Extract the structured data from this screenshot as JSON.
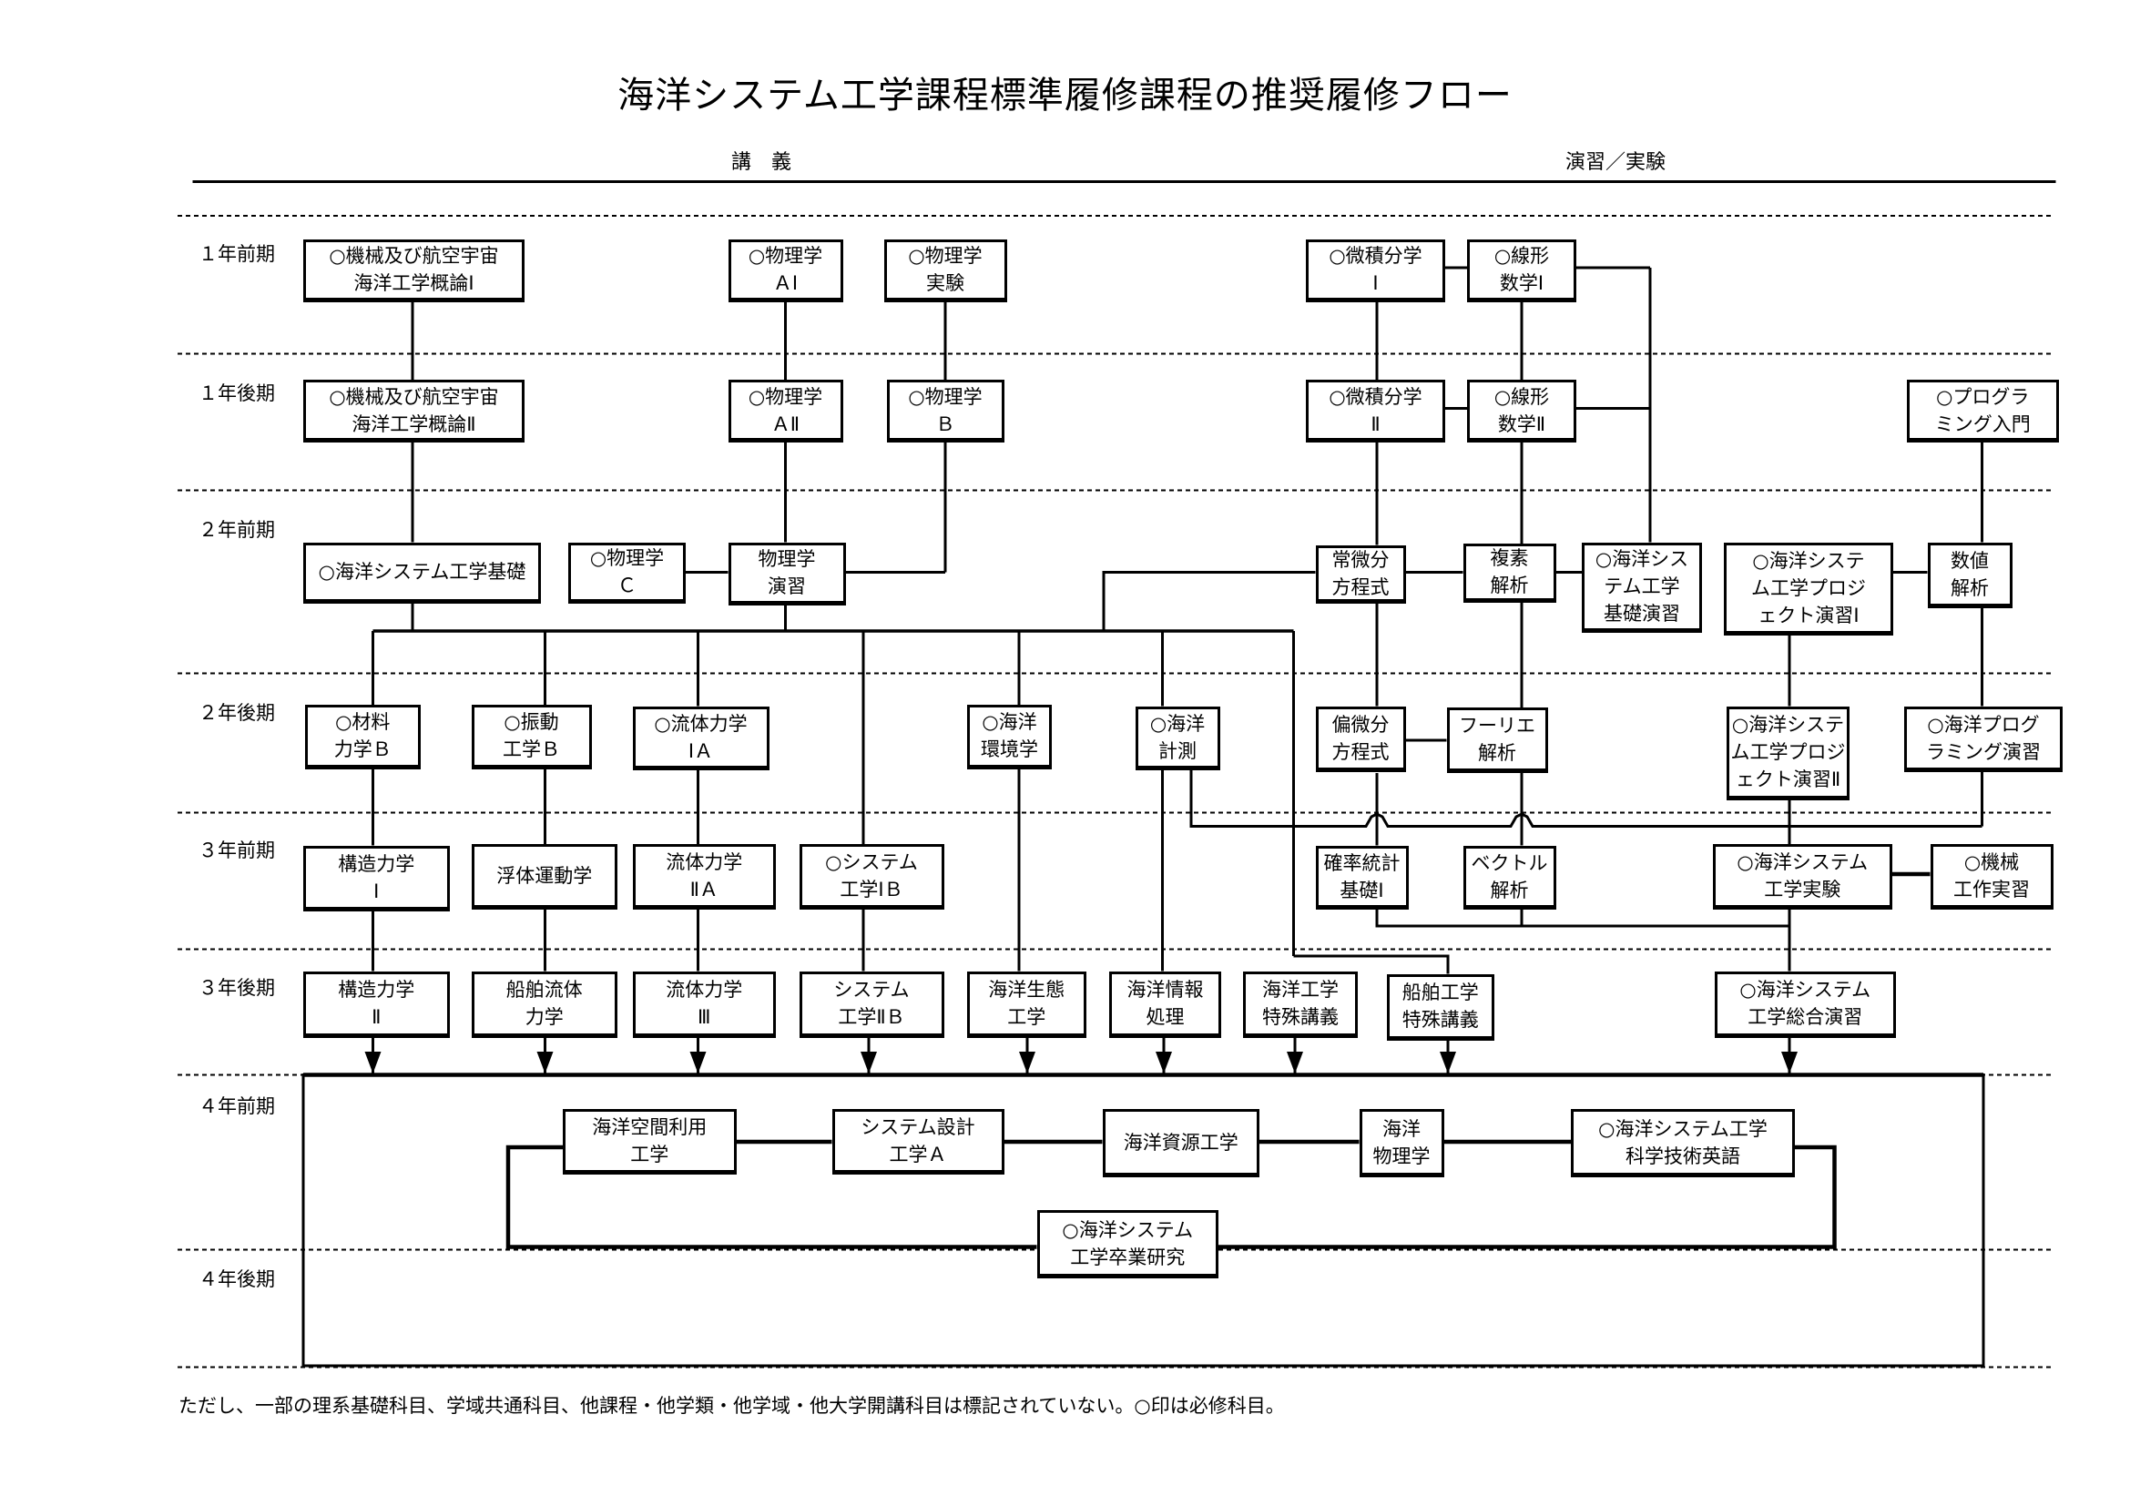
{
  "title": "海洋システム工学課程標準履修課程の推奨履修フロー",
  "column_headers": {
    "lecture": "講　義",
    "exercise": "演習／実験"
  },
  "semesters": [
    "１年前期",
    "１年後期",
    "２年前期",
    "２年後期",
    "３年前期",
    "３年後期",
    "４年前期",
    "４年後期"
  ],
  "required_mark": "○",
  "courses": [
    {
      "id": "intro1",
      "label": "○機械及び航空宇宙\n海洋工学概論Ⅰ",
      "semester": "１年前期",
      "required": true
    },
    {
      "id": "phyA1",
      "label": "○物理学\nＡⅠ",
      "semester": "１年前期",
      "required": true
    },
    {
      "id": "phyExp",
      "label": "○物理学\n実験",
      "semester": "１年前期",
      "required": true
    },
    {
      "id": "calc1",
      "label": "○微積分学\nⅠ",
      "semester": "１年前期",
      "required": true
    },
    {
      "id": "lin1",
      "label": "○線形\n数学Ⅰ",
      "semester": "１年前期",
      "required": true
    },
    {
      "id": "intro2",
      "label": "○機械及び航空宇宙\n海洋工学概論Ⅱ",
      "semester": "１年後期",
      "required": true
    },
    {
      "id": "phyA2",
      "label": "○物理学\nＡⅡ",
      "semester": "１年後期",
      "required": true
    },
    {
      "id": "phyB",
      "label": "○物理学\nＢ",
      "semester": "１年後期",
      "required": true
    },
    {
      "id": "calc2",
      "label": "○微積分学\nⅡ",
      "semester": "１年後期",
      "required": true
    },
    {
      "id": "lin2",
      "label": "○線形\n数学Ⅱ",
      "semester": "１年後期",
      "required": true
    },
    {
      "id": "progIntro",
      "label": "○プログラ\nミング入門",
      "semester": "１年後期",
      "required": true
    },
    {
      "id": "osBasic",
      "label": "○海洋システム工学基礎",
      "semester": "２年前期",
      "required": true
    },
    {
      "id": "phyC",
      "label": "○物理学\nＣ",
      "semester": "２年前期",
      "required": true
    },
    {
      "id": "phyEx",
      "label": "物理学\n演習",
      "semester": "２年前期",
      "required": false
    },
    {
      "id": "ode",
      "label": "常微分\n方程式",
      "semester": "２年前期",
      "required": false
    },
    {
      "id": "complex",
      "label": "複素\n解析",
      "semester": "２年前期",
      "required": false
    },
    {
      "id": "osBasicEx",
      "label": "○海洋シス\nテム工学\n基礎演習",
      "semester": "２年前期",
      "required": true
    },
    {
      "id": "proj1",
      "label": "○海洋システ\nム工学プロジ\nェクト演習Ⅰ",
      "semester": "２年前期",
      "required": true
    },
    {
      "id": "numeric",
      "label": "数値\n解析",
      "semester": "２年前期",
      "required": false
    },
    {
      "id": "matB",
      "label": "○材料\n力学Ｂ",
      "semester": "２年後期",
      "required": true
    },
    {
      "id": "vibB",
      "label": "○振動\n工学Ｂ",
      "semester": "２年後期",
      "required": true
    },
    {
      "id": "fluid1A",
      "label": "○流体力学\nⅠＡ",
      "semester": "２年後期",
      "required": true
    },
    {
      "id": "envSci",
      "label": "○海洋\n環境学",
      "semester": "２年後期",
      "required": true
    },
    {
      "id": "measure",
      "label": "○海洋\n計測",
      "semester": "２年後期",
      "required": true
    },
    {
      "id": "pde",
      "label": "偏微分\n方程式",
      "semester": "２年後期",
      "required": false
    },
    {
      "id": "fourier",
      "label": "フーリエ\n解析",
      "semester": "２年後期",
      "required": false
    },
    {
      "id": "proj2",
      "label": "○海洋システ\nム工学プロジ\nェクト演習Ⅱ",
      "semester": "２年後期",
      "required": true
    },
    {
      "id": "progEx",
      "label": "○海洋プログ\nラミング演習",
      "semester": "２年後期",
      "required": true
    },
    {
      "id": "struct1",
      "label": "構造力学\nⅠ",
      "semester": "３年前期",
      "required": false
    },
    {
      "id": "floating",
      "label": "浮体運動学",
      "semester": "３年前期",
      "required": false
    },
    {
      "id": "fluid2A",
      "label": "流体力学\nⅡＡ",
      "semester": "３年前期",
      "required": false
    },
    {
      "id": "sys1B",
      "label": "○システム\n工学ⅠＢ",
      "semester": "３年前期",
      "required": true
    },
    {
      "id": "prob",
      "label": "確率統計\n基礎Ⅰ",
      "semester": "３年前期",
      "required": false
    },
    {
      "id": "vector",
      "label": "ベクトル\n解析",
      "semester": "３年前期",
      "required": false
    },
    {
      "id": "osLab",
      "label": "○海洋システム\n工学実験",
      "semester": "３年前期",
      "required": true
    },
    {
      "id": "machine",
      "label": "○機械\n工作実習",
      "semester": "３年前期",
      "required": true
    },
    {
      "id": "struct2",
      "label": "構造力学\nⅡ",
      "semester": "３年後期",
      "required": false
    },
    {
      "id": "shipFluid",
      "label": "船舶流体\n力学",
      "semester": "３年後期",
      "required": false
    },
    {
      "id": "fluid3",
      "label": "流体力学\nⅢ",
      "semester": "３年後期",
      "required": false
    },
    {
      "id": "sys2B",
      "label": "システム\n工学ⅡＢ",
      "semester": "３年後期",
      "required": false
    },
    {
      "id": "ecology",
      "label": "海洋生態\n工学",
      "semester": "３年後期",
      "required": false
    },
    {
      "id": "info",
      "label": "海洋情報\n処理",
      "semester": "３年後期",
      "required": false
    },
    {
      "id": "oceanSpecial",
      "label": "海洋工学\n特殊講義",
      "semester": "３年後期",
      "required": false
    },
    {
      "id": "shipSpecial",
      "label": "船舶工学\n特殊講義",
      "semester": "３年後期",
      "required": false
    },
    {
      "id": "osComp",
      "label": "○海洋システム\n工学総合演習",
      "semester": "３年後期",
      "required": true
    },
    {
      "id": "space",
      "label": "海洋空間利用\n工学",
      "semester": "４年前期",
      "required": false
    },
    {
      "id": "sysDesignA",
      "label": "システム設計\n工学Ａ",
      "semester": "４年前期",
      "required": false
    },
    {
      "id": "resource",
      "label": "海洋資源工学",
      "semester": "４年前期",
      "required": false
    },
    {
      "id": "oceanPhys",
      "label": "海洋\n物理学",
      "semester": "４年前期",
      "required": false
    },
    {
      "id": "english",
      "label": "○海洋システム工学\n科学技術英語",
      "semester": "４年前期",
      "required": true
    },
    {
      "id": "thesis",
      "label": "○海洋システム\n工学卒業研究",
      "semester": "４年前期〜４年後期",
      "required": true
    }
  ],
  "footnote": "ただし、一部の理系基礎科目、学域共通科目、他課程・他学類・他学域・他大学開講科目は標記されていない。○印は必修科目。"
}
